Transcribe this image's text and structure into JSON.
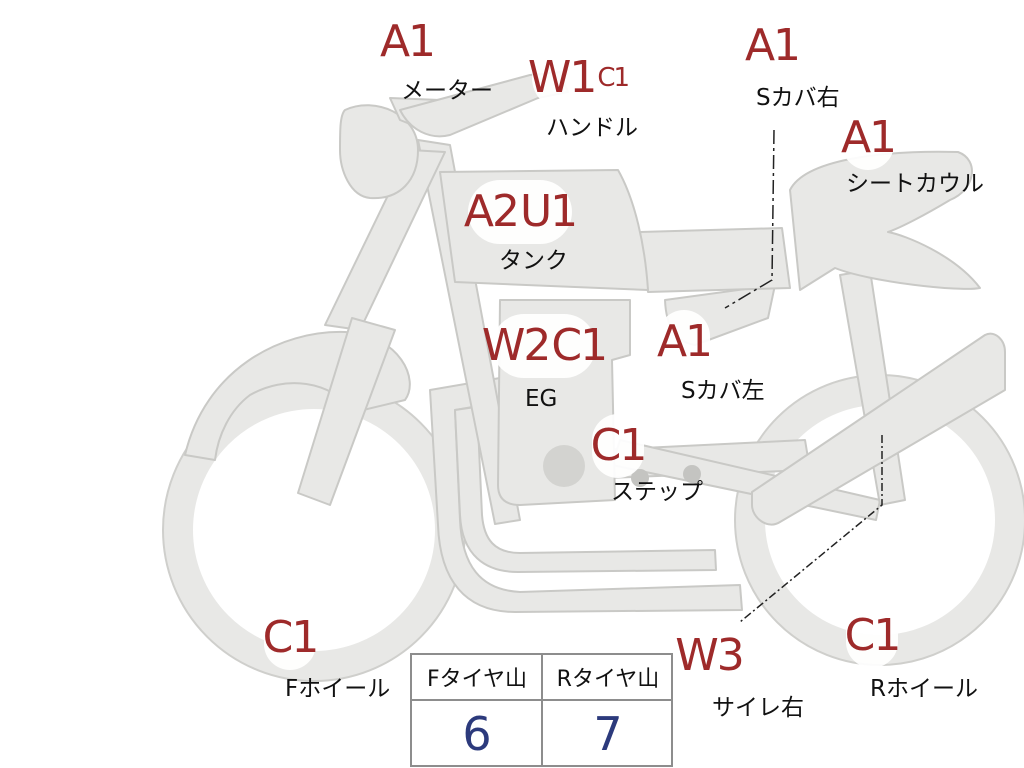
{
  "colors": {
    "bike_fill": "#e8e8e6",
    "bike_stroke": "#c9c9c6",
    "grade_code": "#9e2a2a",
    "tread_value": "#2c3a7c",
    "table_border": "#8d8d8d"
  },
  "parts": {
    "meter": {
      "label": "メーター",
      "codes": [
        "A1"
      ]
    },
    "handle": {
      "label": "ハンドル",
      "codes": [
        "W1",
        "C1"
      ]
    },
    "side_cover_r": {
      "label": "Sカバ右",
      "codes": [
        "A1"
      ]
    },
    "seat_cowl": {
      "label": "シートカウル",
      "codes": [
        "A1"
      ]
    },
    "tank": {
      "label": "タンク",
      "codes": [
        "A2",
        "U1"
      ]
    },
    "engine": {
      "label": "EG",
      "codes": [
        "W2",
        "C1"
      ]
    },
    "side_cover_l": {
      "label": "Sカバ左",
      "codes": [
        "A1"
      ]
    },
    "step": {
      "label": "ステップ",
      "codes": [
        "C1"
      ]
    },
    "front_wheel": {
      "label": "Fホイール",
      "codes": [
        "C1"
      ]
    },
    "muffler_r": {
      "label": "サイレ右",
      "codes": [
        "W3"
      ]
    },
    "rear_wheel": {
      "label": "Rホイール",
      "codes": [
        "C1"
      ]
    }
  },
  "tread_table": {
    "front_header": "Fタイヤ山",
    "rear_header": "Rタイヤ山",
    "front_value": "6",
    "rear_value": "7"
  }
}
